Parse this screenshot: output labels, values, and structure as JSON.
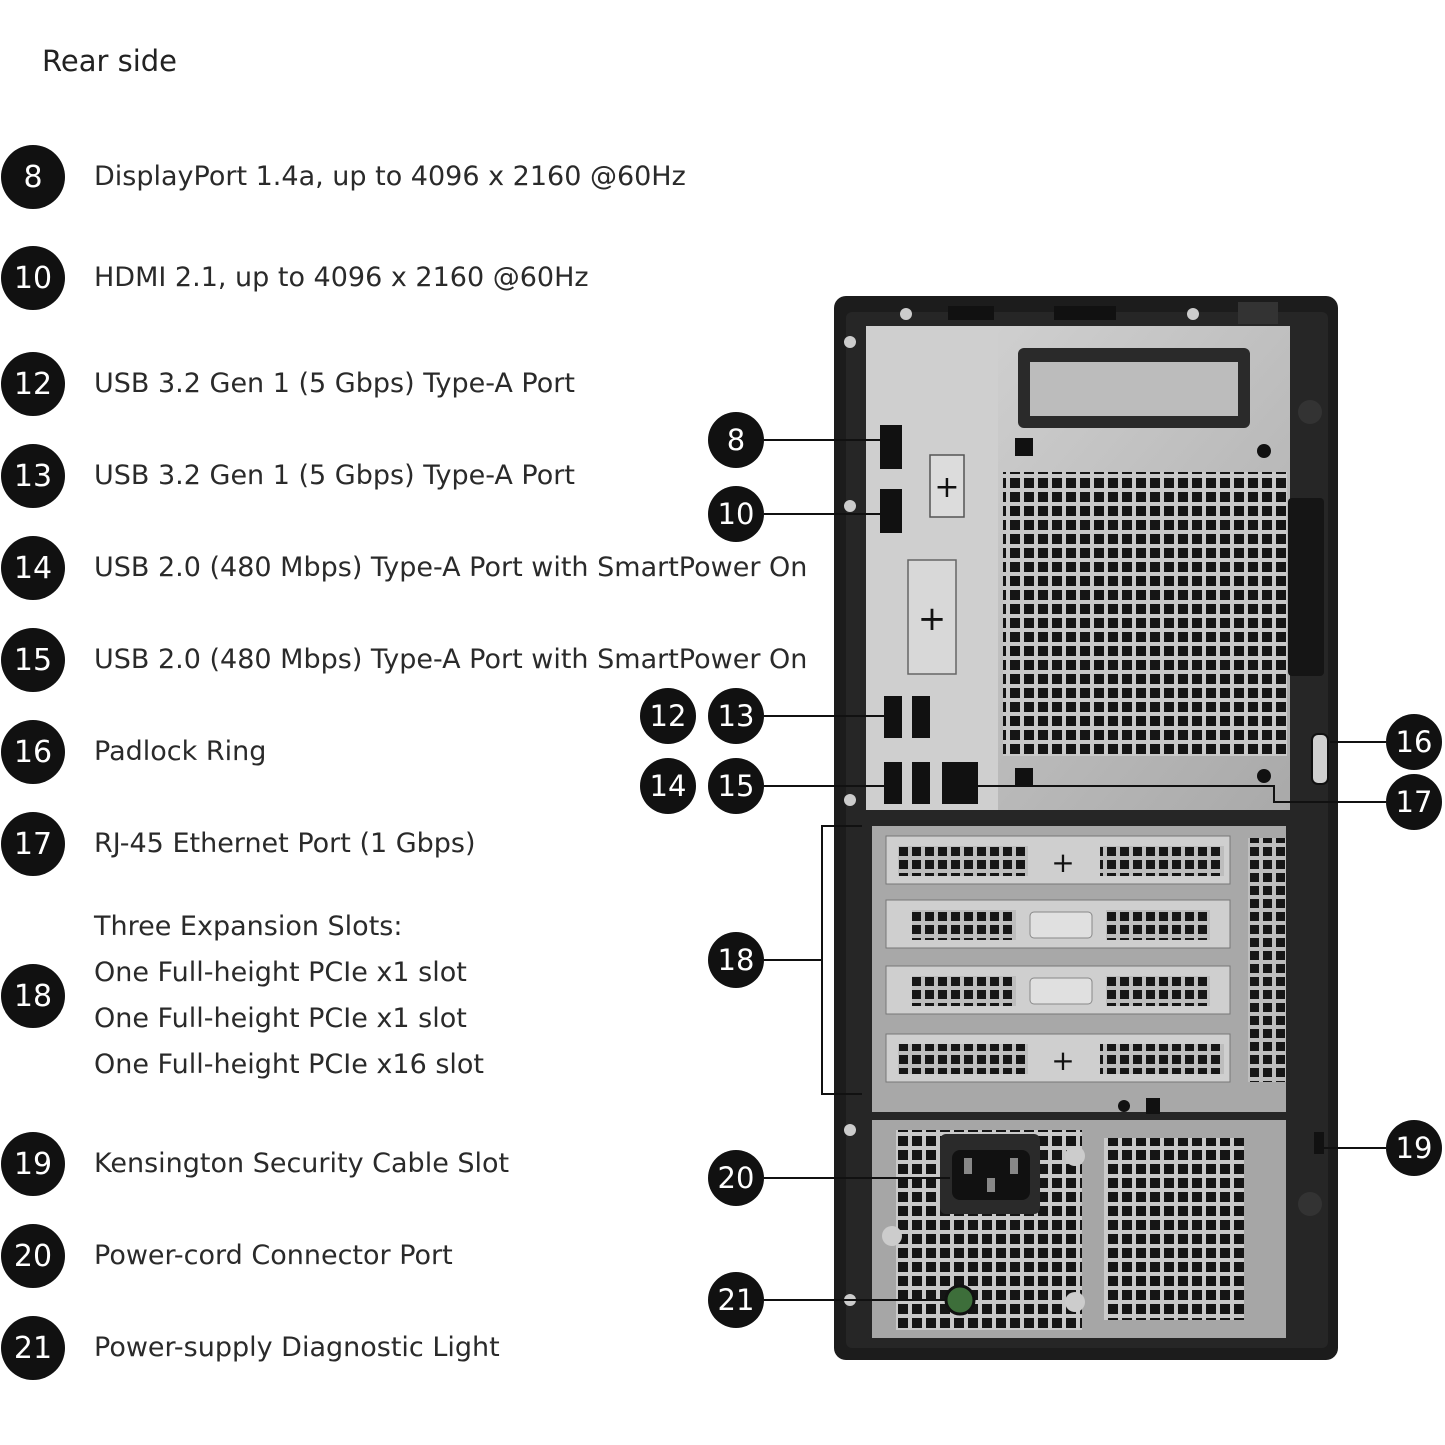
{
  "title": "Rear side",
  "items": [
    {
      "num": "8",
      "lines": [
        "DisplayPort 1.4a, up to 4096 x 2160 @60Hz"
      ]
    },
    {
      "num": "10",
      "lines": [
        "HDMI 2.1, up to 4096 x 2160 @60Hz"
      ]
    },
    {
      "num": "12",
      "lines": [
        "USB 3.2 Gen 1 (5 Gbps) Type-A Port"
      ]
    },
    {
      "num": "13",
      "lines": [
        "USB 3.2 Gen 1 (5 Gbps) Type-A Port"
      ]
    },
    {
      "num": "14",
      "lines": [
        "USB 2.0 (480 Mbps) Type-A Port with SmartPower On"
      ]
    },
    {
      "num": "15",
      "lines": [
        "USB 2.0 (480 Mbps) Type-A Port with SmartPower On"
      ]
    },
    {
      "num": "16",
      "lines": [
        "Padlock Ring"
      ]
    },
    {
      "num": "17",
      "lines": [
        "RJ-45 Ethernet Port (1 Gbps)"
      ]
    },
    {
      "num": "18",
      "lines": [
        "Three Expansion Slots:",
        "One Full-height PCIe x1 slot",
        "One Full-height PCIe x1 slot",
        "One Full-height PCIe x16 slot"
      ]
    },
    {
      "num": "19",
      "lines": [
        "Kensington Security Cable Slot"
      ]
    },
    {
      "num": "20",
      "lines": [
        "Power-cord Connector Port"
      ]
    },
    {
      "num": "21",
      "lines": [
        "Power-supply Diagnostic Light"
      ]
    }
  ],
  "callouts": [
    "8",
    "10",
    "12",
    "13",
    "14",
    "15",
    "16",
    "17",
    "18",
    "19",
    "20",
    "21"
  ],
  "colors": {
    "badge": "#111111",
    "chassis": "#1c1c1c",
    "panel": "#b8b8b8",
    "line": "#111111"
  }
}
